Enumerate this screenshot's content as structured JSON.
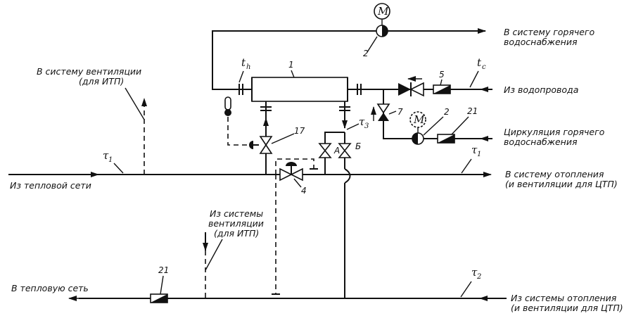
{
  "labels": {
    "hot_supply_line1": "В систему горячего",
    "hot_supply_line2": "водоснабжения",
    "water_supply": "Из водопровода",
    "circulation_line1": "Циркуляция горячего",
    "circulation_line2": "водоснабжения",
    "vent_to_line1": "В систему вентиляции",
    "vent_to_line2": "(для ИТП)",
    "from_network": "Из тепловой сети",
    "to_heating_line1": "В систему отопления",
    "to_heating_line2": "(и вентиляции для ЦТП)",
    "vent_from_line1": "Из системы",
    "vent_from_line2": "вентиляции",
    "vent_from_line3": "(для ИТП)",
    "to_network": "В тепловую сеть",
    "from_heating_line1": "Из системы отопления",
    "from_heating_line2": "(и вентиляции для ЦТП)"
  },
  "symbols": {
    "motor": "M",
    "th_main": "t",
    "th_sub": "h",
    "tc_main": "t",
    "tc_sub": "c",
    "tau": "τ",
    "tau1_sub": "1",
    "tau2_sub": "2",
    "tau3_sub": "3",
    "valve_a": "А",
    "valve_b": "Б"
  },
  "numbers": {
    "heater": "1",
    "pump_top": "2",
    "pump_circ": "2",
    "meter_top": "5",
    "check_valve": "7",
    "meter_circ": "21",
    "meter_return": "21",
    "control_valve": "17",
    "regulator": "4"
  }
}
